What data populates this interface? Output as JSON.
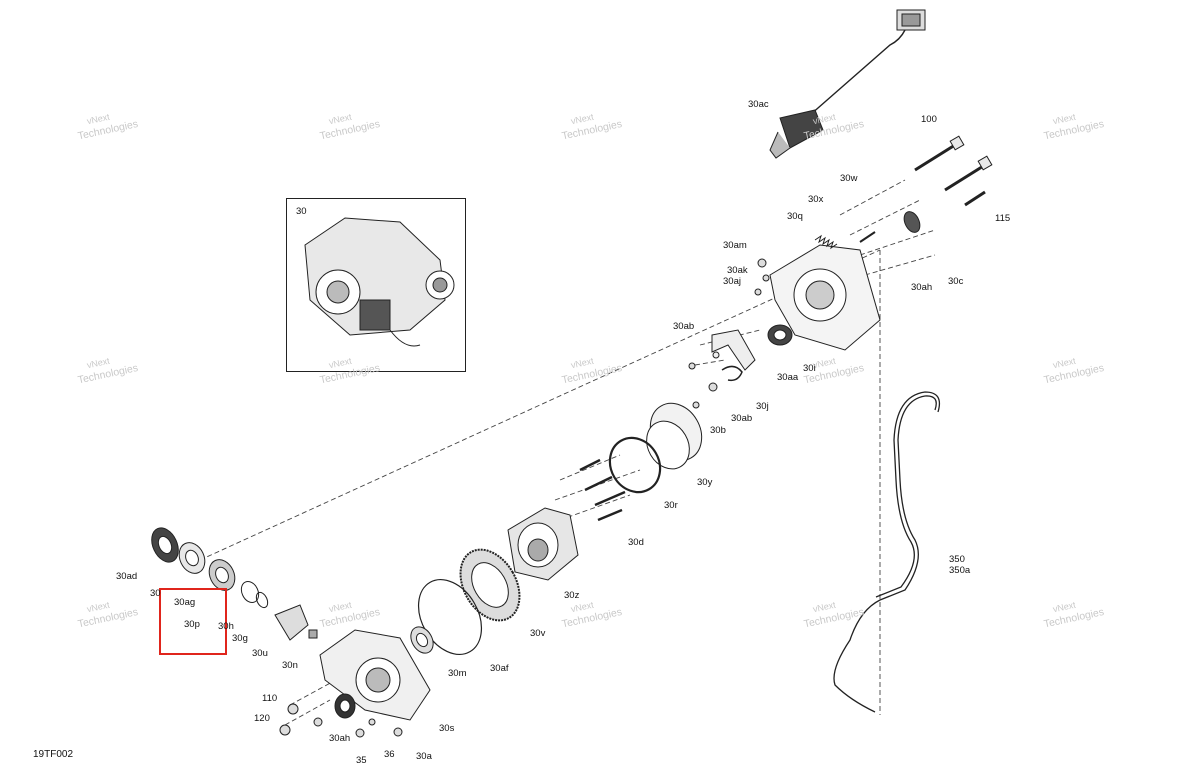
{
  "diagram_code": "19TF002",
  "watermark": {
    "line1": "vNext",
    "line2": "Technologies",
    "suffix": "Technologies"
  },
  "highlight_color": "#e0251c",
  "inset_label": "30",
  "labels": {
    "l30ac": "30ac",
    "l100": "100",
    "l30w": "30w",
    "l30x": "30x",
    "l30q": "30q",
    "l115": "115",
    "l30am": "30am",
    "l30ak": "30ak",
    "l30aj": "30aj",
    "l30ah_top": "30ah",
    "l30c": "30c",
    "l30ab_top": "30ab",
    "l30aa": "30aa",
    "l30i": "30i",
    "l30j": "30j",
    "l30ab_mid": "30ab",
    "l30b": "30b",
    "l30y": "30y",
    "l30r": "30r",
    "l30d": "30d",
    "l350": "350",
    "l350a": "350a",
    "l30ad": "30ad",
    "l30_left": "30",
    "l30ag": "30ag",
    "l30p": "30p",
    "l30h": "30h",
    "l30g": "30g",
    "l30u": "30u",
    "l30n": "30n",
    "l30z": "30z",
    "l30v": "30v",
    "l30m": "30m",
    "l30af": "30af",
    "l110": "110",
    "l120": "120",
    "l30ah_bot": "30ah",
    "l30s": "30s",
    "l35": "35",
    "l36": "36",
    "l30a": "30a"
  }
}
